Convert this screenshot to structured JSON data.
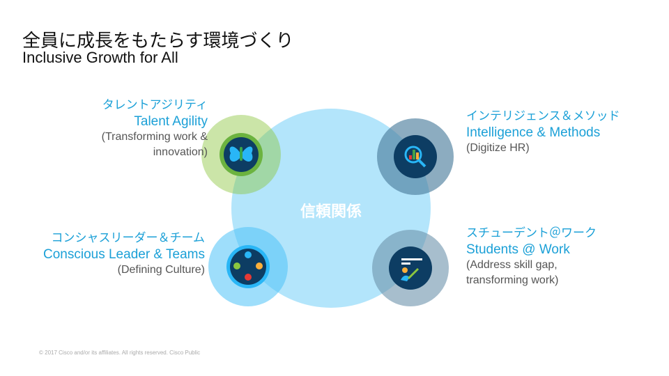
{
  "title": {
    "ja": "全員に成長をもたらす環境づくり",
    "en": "Inclusive Growth for All"
  },
  "center": "信頼関係",
  "items": [
    {
      "ja": "タレントアジリティ",
      "en": "Talent Agility",
      "sub1": "(Transforming work &",
      "sub2": "innovation)",
      "icon": "butterfly-icon"
    },
    {
      "ja": "インテリジェンス＆メソッド",
      "en": "Intelligence & Methods",
      "sub1": "(Digitize HR)",
      "sub2": "",
      "icon": "magnifier-chart-icon"
    },
    {
      "ja": "コンシャスリーダー＆チーム",
      "en": "Conscious Leader & Teams",
      "sub1": "(Defining Culture)",
      "sub2": "",
      "icon": "team-pins-icon"
    },
    {
      "ja": "スチューデント＠ワーク",
      "en": "Students @ Work",
      "sub1": "(Address skill gap,",
      "sub2": "transforming work)",
      "icon": "student-icon"
    }
  ],
  "colors": {
    "accent": "#1ba0d7",
    "center": "#b3e5fb",
    "green": "#8cc63f",
    "navy": "#0d3d63"
  },
  "footer": "© 2017  Cisco and/or  its affiliates.   All rights  reserved.    Cisco  Public"
}
